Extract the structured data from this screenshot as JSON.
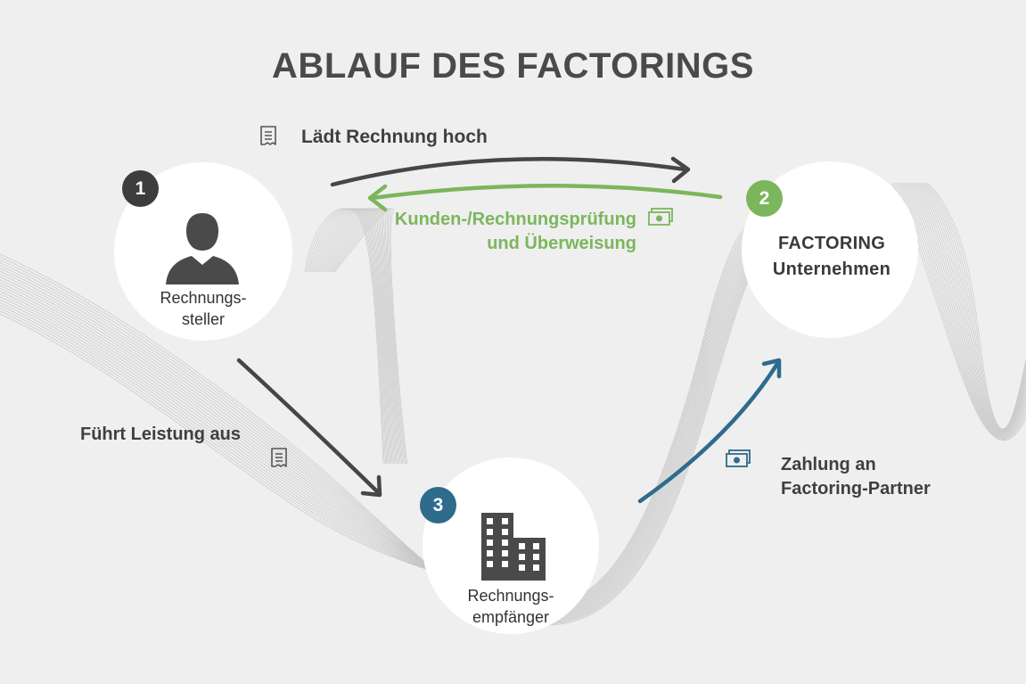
{
  "title": "ABLAUF DES FACTORINGS",
  "nodes": [
    {
      "badge": "1",
      "label_line1": "Rechnungs-",
      "label_line2": "steller",
      "icon": "person-icon"
    },
    {
      "badge": "2",
      "label_line1": "FACTORING",
      "label_line2": "Unternehmen"
    },
    {
      "badge": "3",
      "label_line1": "Rechnungs-",
      "label_line2": "empfänger",
      "icon": "building-icon"
    }
  ],
  "flows": {
    "upload": "Lädt Rechnung hoch",
    "check_line1": "Kunden-/Rechnungsprüfung",
    "check_line2": "und Überweisung",
    "service": "Führt Leistung aus",
    "payment_line1": "Zahlung an",
    "payment_line2": "Factoring-Partner"
  },
  "colors": {
    "dark": "#464646",
    "green": "#7cb65c",
    "blue": "#2e6b8c",
    "badge_dark": "#3d3d3d"
  }
}
